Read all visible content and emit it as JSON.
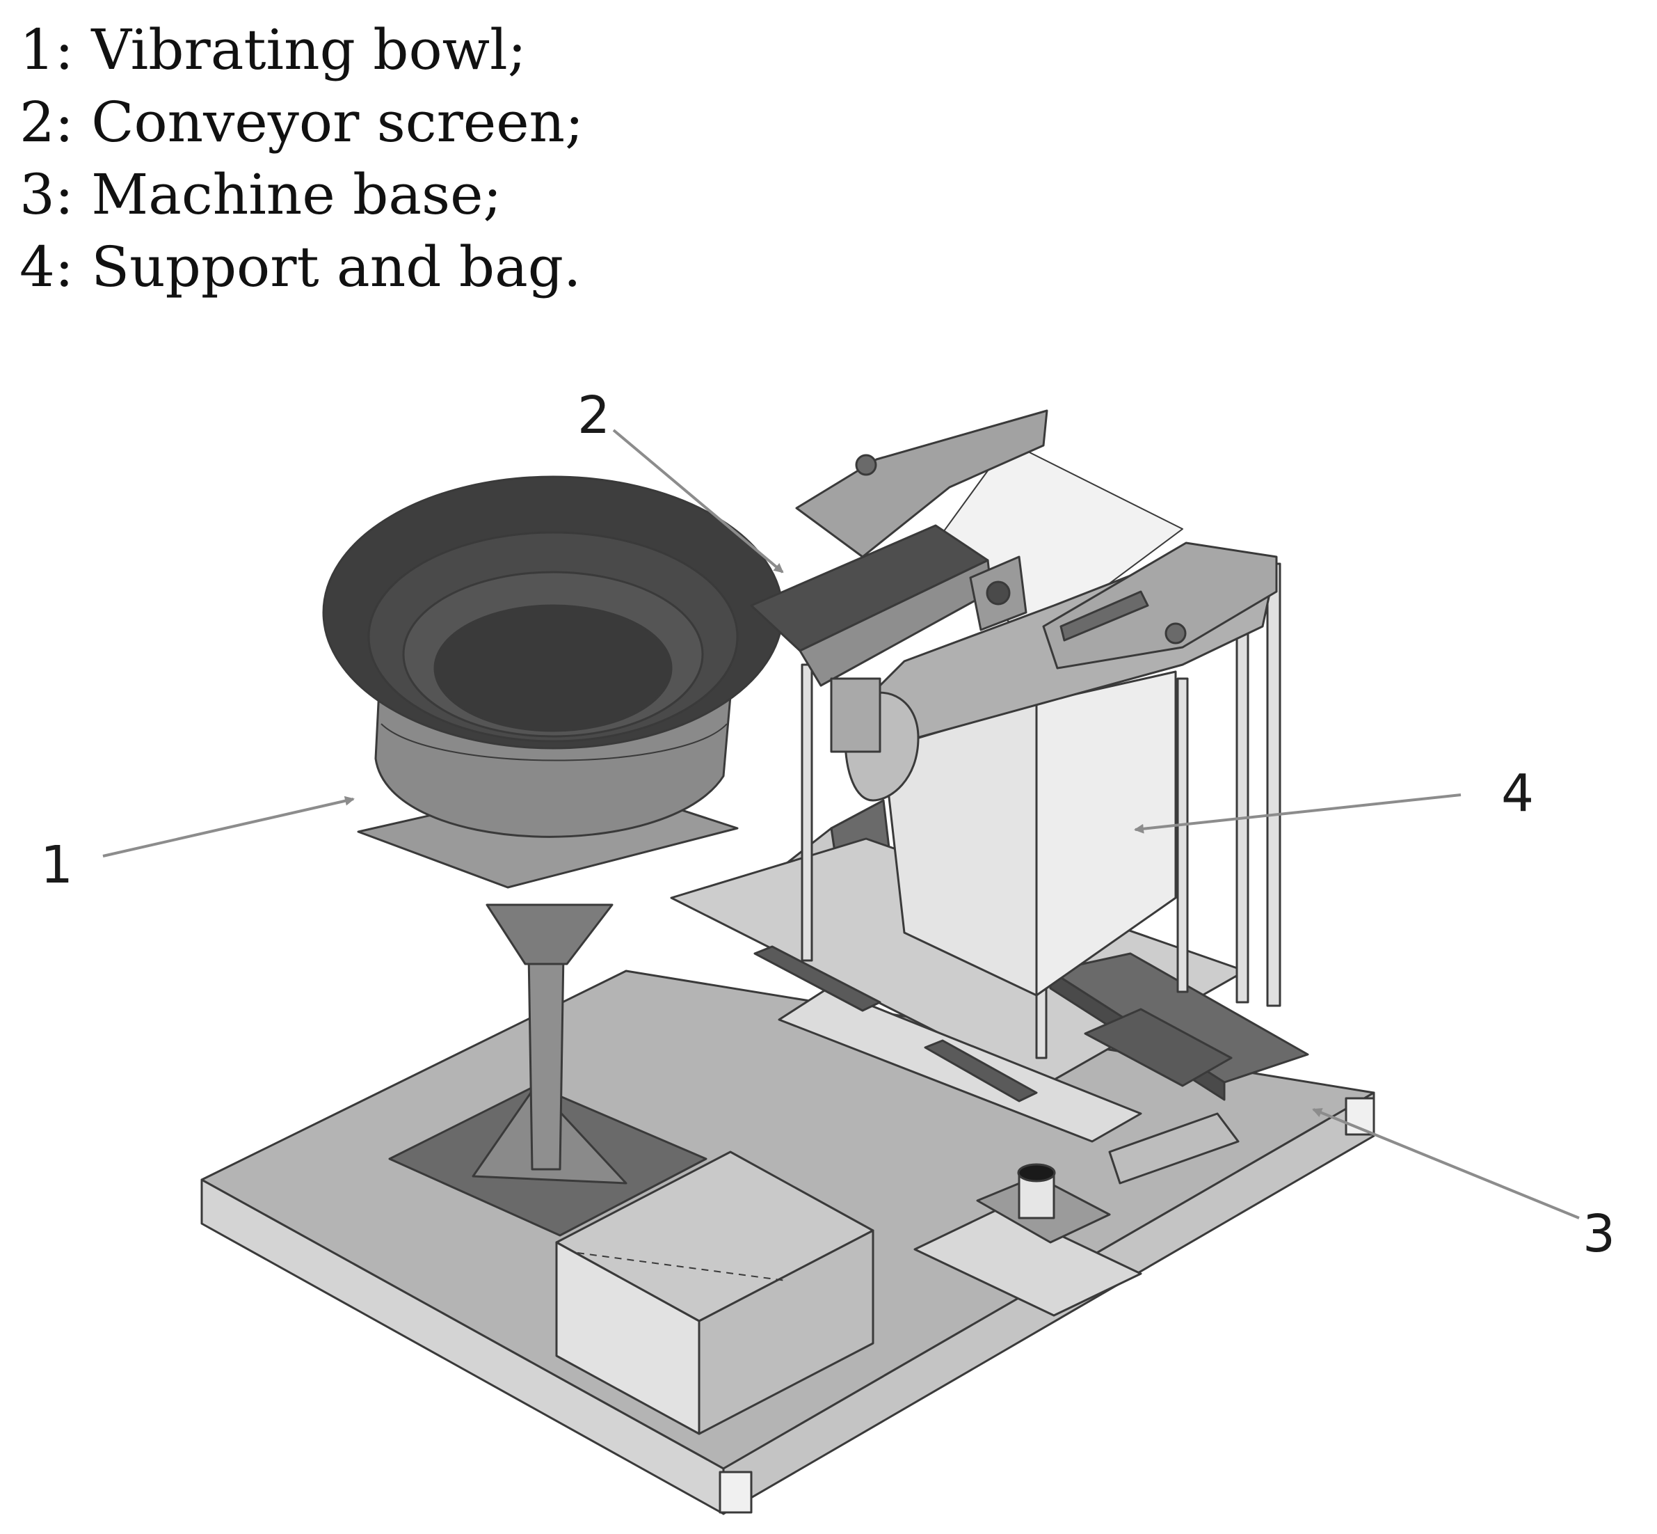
{
  "legend": {
    "items": [
      "1: Vibrating bowl;",
      "2: Conveyor screen;",
      "3: Machine base;",
      "4: Support and bag."
    ]
  },
  "callouts": {
    "bowl": "1",
    "conveyor": "2",
    "base": "3",
    "bag": "4"
  },
  "colors": {
    "stroke": "#3a3a3a",
    "light": "#d7d7d7",
    "mid": "#a9a9a9",
    "dark": "#5f5f5f",
    "darker": "#3e3e3e",
    "arrow": "#8c8c8c"
  }
}
